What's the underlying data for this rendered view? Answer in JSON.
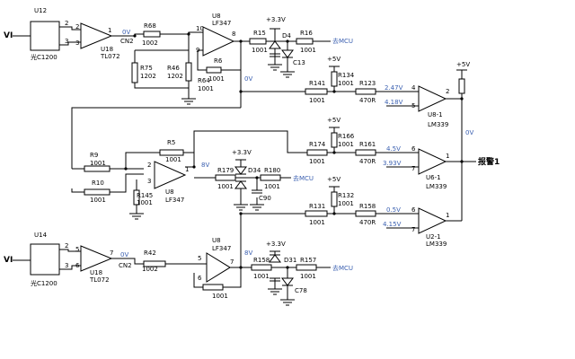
{
  "colors": {
    "wire": "#000000",
    "net_label": "#3a5fb0",
    "background": "#ffffff"
  },
  "labels": {
    "vi_top": "VI",
    "vi_bot": "VI",
    "u12": "U12",
    "u14": "U14",
    "chip_top": "光C1200",
    "chip_bot": "光C1200",
    "u18_top": "U18",
    "u18_top_sub": "TL072",
    "u18_bot": "U18",
    "u18_bot_sub": "TL072",
    "cn2_top": "CN2",
    "cn2_bot": "CN2",
    "r68": "R68",
    "r68_v": "1002",
    "r75": "R75",
    "r75_v": "1202",
    "r46": "R46",
    "r46_v": "1202",
    "r64": "R64",
    "r64_v": "1001",
    "r6": "R6",
    "r6_v": "1001",
    "u8_top": "U8",
    "u8_top_sub": "LF347",
    "r15": "R15",
    "r15_v": "1001",
    "d4": "D4",
    "r16": "R16",
    "r16_v": "1001",
    "c13": "C13",
    "mcu1": "去MCU",
    "r141": "R141",
    "r141_v": "1001",
    "r134": "R134",
    "r134_v": "1001",
    "r123": "R123",
    "r123_v": "470R",
    "u8_1": "U8-1",
    "lm_1": "LM339",
    "r9": "R9",
    "r9_v": "1001",
    "r10": "R10",
    "r10_v": "1001",
    "r5": "R5",
    "r5_v": "1001",
    "r145": "R145",
    "r145_v": "1001",
    "u8_mid": "U8",
    "u8_mid_sub": "LF347",
    "r179": "R179",
    "r179_v": "1001",
    "d34": "D34",
    "r180": "R180",
    "r180_v": "1001",
    "c90": "C90",
    "mcu2": "去MCU",
    "r166": "R166",
    "r166_v": "1001",
    "r174": "R174",
    "r174_v": "1001",
    "r161": "R161",
    "r161_v": "470R",
    "u6_1": "U6-1",
    "lm_2": "LM339",
    "alarm": "报警1",
    "r132": "R132",
    "r132_v": "1001",
    "r131": "R131",
    "r131_v": "1001",
    "r158b": "R158",
    "r158b_v": "470R",
    "u2_1": "U2-1",
    "lm_3": "LM339",
    "r42": "R42",
    "r42_v": "1002",
    "u8_bot": "U8",
    "u8_bot_sub": "LF347",
    "r_bot_fb_v": "1001",
    "r158": "R158",
    "r158_v": "1001",
    "d31": "D31",
    "r157": "R157",
    "r157_v": "1001",
    "c78": "C78",
    "mcu3": "去MCU",
    "p33_1": "+3.3V",
    "p33_2": "+3.3V",
    "p33_3": "+3.3V",
    "p5_1": "+5V",
    "p5_2": "+5V",
    "p5_3": "+5V",
    "p5_4": "+5V",
    "v_top": "0V",
    "v_bot": "0V",
    "v_top2": "0V",
    "v_mid": "8V",
    "v_bot2": "8V",
    "v_cmp1a": "2.47V",
    "v_cmp1b": "4.18V",
    "v_cmp2a": "4.5V",
    "v_cmp2b": "3.93V",
    "v_cmp3a": "0.5V",
    "v_cmp3b": "4.15V",
    "v_out": "0V",
    "pin_u12_2": "2",
    "pin_u12_3": "3",
    "pin_u18t_2": "2",
    "pin_u18t_3": "3",
    "pin_u18t_1": "1",
    "pin_u8t_10": "10",
    "pin_u8t_9": "9",
    "pin_u8t_8": "8",
    "pin_c1_4": "4",
    "pin_c1_5": "5",
    "pin_c1_2": "2",
    "pin_u8m_2": "2",
    "pin_u8m_3": "3",
    "pin_u8m_1": "1",
    "pin_c2_6": "6",
    "pin_c2_7": "7",
    "pin_c2_1": "1",
    "pin_c3_6": "6",
    "pin_c3_7": "7",
    "pin_c3_1": "1",
    "pin_u14_2": "2",
    "pin_u14_3": "3",
    "pin_u18b_5": "5",
    "pin_u18b_6": "6",
    "pin_u18b_7": "7",
    "pin_u8b_5": "5",
    "pin_u8b_6": "6",
    "pin_u8b_7": "7"
  }
}
